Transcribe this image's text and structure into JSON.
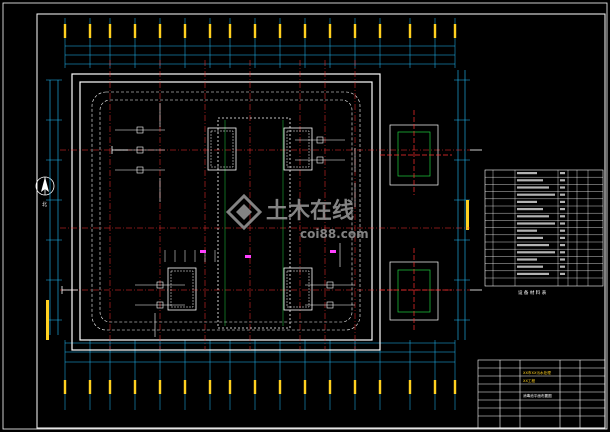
{
  "drawing": {
    "north_label": "北",
    "watermark_text": "土木在线",
    "watermark_sub": "coi88.com",
    "legend_title": "设 备 材 料 表",
    "titleblock_line1": "XX市XX污水处理",
    "titleblock_line2": "XX工程",
    "titleblock_drawing": "消毒池平面布置图",
    "colors": {
      "background": "#000000",
      "frame": "#ffffff",
      "walls": "#ffffff",
      "grid": "#ff3030",
      "dims": "#20c0ff",
      "dims_text": "#ffd020",
      "equipment": "#ffffff",
      "hatch": "#20d040",
      "magenta": "#ff40ff",
      "watermark": "#9a9a9a"
    }
  }
}
